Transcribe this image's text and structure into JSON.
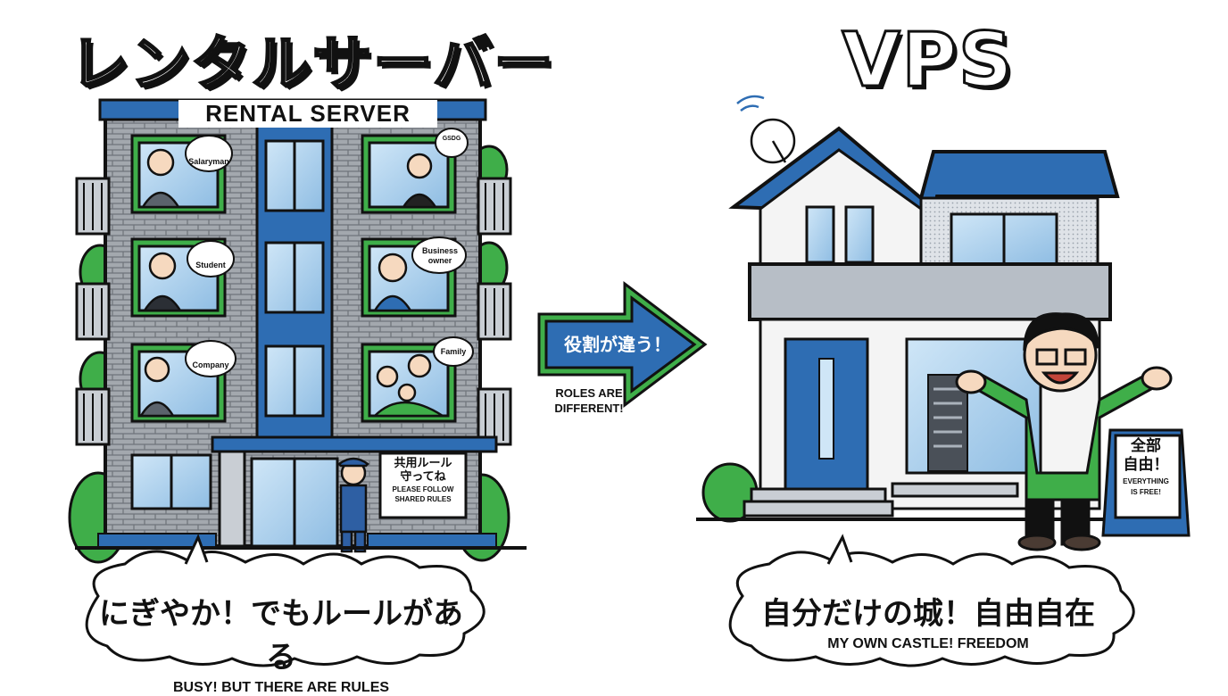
{
  "left": {
    "title_jp": "レンタルサーバー",
    "title_en": "RENTAL SERVER",
    "tenants": [
      {
        "label": "Salaryman"
      },
      {
        "label": "GSDG"
      },
      {
        "label": "Student"
      },
      {
        "label": "Business owner"
      },
      {
        "label": "Company"
      },
      {
        "label": "Family"
      }
    ],
    "sign_jp_line1": "共用ルール",
    "sign_jp_line2": "守ってね",
    "sign_en_line1": "PLEASE FOLLOW",
    "sign_en_line2": "SHARED RULES",
    "caption_jp": "にぎやか！でもルールがある",
    "caption_en": "BUSY! BUT THERE ARE RULES"
  },
  "arrow": {
    "label_jp": "役割が違う！",
    "label_en_line1": "ROLES ARE",
    "label_en_line2": "DIFFERENT!"
  },
  "right": {
    "title": "VPS",
    "sign_jp_line1": "全部",
    "sign_jp_line2": "自由！",
    "sign_en_line1": "EVERYTHING",
    "sign_en_line2": "IS FREE!",
    "caption_jp": "自分だけの城！自由自在",
    "caption_en": "MY OWN CASTLE! FREEDOM"
  },
  "colors": {
    "blue": "#2e6db3",
    "green": "#3fae49",
    "gray_brick": "#9aa0a8",
    "outline": "#111111"
  }
}
